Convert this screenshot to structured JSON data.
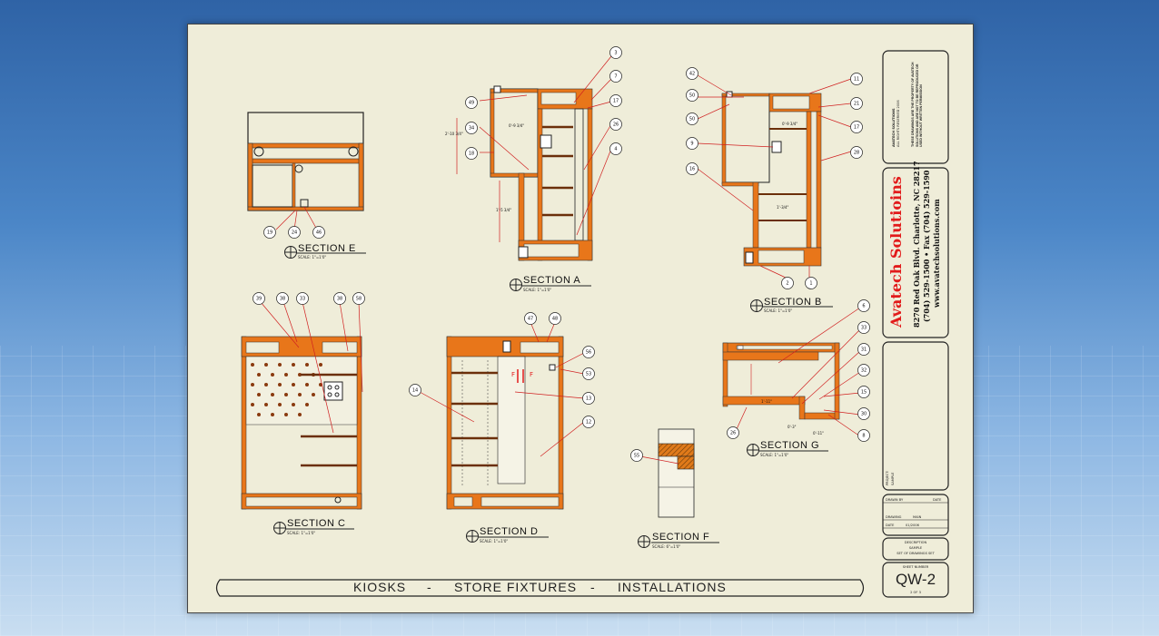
{
  "drawing": {
    "bottom_title": {
      "part1": "KIOSKS",
      "sep1": "-",
      "part2": "STORE FIXTURES",
      "sep2": "-",
      "part3": "INSTALLATIONS"
    },
    "sections": {
      "e": {
        "title": "SECTION E",
        "scale": "SCALE: 1\"=1'0\""
      },
      "a": {
        "title": "SECTION A",
        "scale": "SCALE: 1\"=1'0\""
      },
      "b": {
        "title": "SECTION B",
        "scale": "SCALE: 1\"=1'0\""
      },
      "c": {
        "title": "SECTION C",
        "scale": "SCALE: 1\"=1'0\""
      },
      "d": {
        "title": "SECTION D",
        "scale": "SCALE: 1\"=1'0\""
      },
      "f": {
        "title": "SECTION F",
        "scale": "SCALE: 6\"=1'0\""
      },
      "g": {
        "title": "SECTION G",
        "scale": "SCALE: 1\"=1'0\""
      }
    },
    "callouts": {
      "e": [
        "19",
        "24",
        "46"
      ],
      "a": [
        "3",
        "7",
        "17",
        "26",
        "4",
        "49",
        "34",
        "18"
      ],
      "b": [
        "42",
        "50",
        "50",
        "9",
        "16",
        "11",
        "21",
        "17",
        "28",
        "2",
        "1"
      ],
      "c": [
        "39",
        "38",
        "33",
        "38",
        "58"
      ],
      "d": [
        "47",
        "48",
        "56",
        "53",
        "14",
        "13",
        "12"
      ],
      "f": [
        "55"
      ],
      "g": [
        "6",
        "33",
        "31",
        "32",
        "15",
        "30",
        "8",
        "26"
      ]
    },
    "dimensions": {
      "a_height": "2'-10 3/4\"",
      "a_upper": "0'-9 3/4\"",
      "a_lower": "1'-5 3/4\"",
      "b_upper": "0'-9 3/4\"",
      "b_lower": "1'-3/4\"",
      "g_inner": "1'-11\"",
      "g_small": "0'-3\"",
      "g_step": "0'-11\""
    },
    "markers": {
      "f": "F"
    }
  },
  "title_block": {
    "copyright_head": "AVATECH SOLUTIONS",
    "copyright_sub": "ALL RIGHTS RESERVED 2006",
    "copyright_body": "THESE DRAWINGS ARE THE PROPERTY OF AVATECH SOLUTIONS AND ARE NOT TO BE REPRODUCED OR USED WITHOUT WRITTEN PERMISSION",
    "company": "Avatech Solutioins",
    "address": "8270 Red Oak Blvd. Charlotte, NC 28217",
    "phone": "(704) 529-1500 • Fax (704) 529-1590",
    "website": "www.avatechsolutions.com",
    "project_label": "PROJECT:",
    "project_value": "SAMPLE",
    "drawn_by_label": "DRAWN BY",
    "date_label": "DATE",
    "drawing_label": "DRAWING",
    "drawing_value": "MAIN",
    "date_value": "01/2006",
    "description_label": "DESCRIPTION",
    "description_line1": "SAMPLE",
    "description_line2": "SET OF DRAWINGS SET",
    "sheet_label": "SHEET NUMBER",
    "sheet_number": "QW-2",
    "sheet_of": "2  OF  3"
  }
}
